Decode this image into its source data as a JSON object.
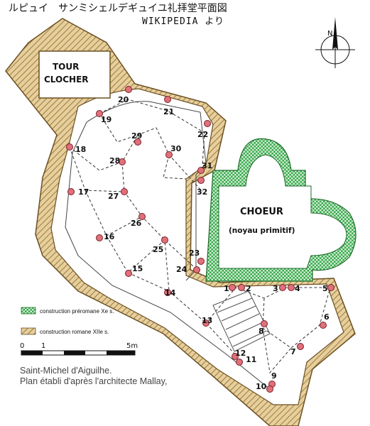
{
  "header": {
    "title_jp": "ルピュイ　サンミシェルデギュイユ礼拝堂平面図",
    "source": "WIKIPEDIA より"
  },
  "labels": {
    "tower_line1": "TOUR",
    "tower_line2": "CLOCHER",
    "choir": "CHOEUR",
    "choir_sub": "(noyau primitif)",
    "north": "N"
  },
  "legend": {
    "preromane": "construction préromane Xe s.",
    "romane": "construction romane XIIe s."
  },
  "scale": {
    "zero": "0",
    "one": "1",
    "five": "5m"
  },
  "caption": {
    "line1": "Saint-Michel d'Aiguilhe.",
    "line2": "Plan établi d'après l'architecte Mallay,"
  },
  "colors": {
    "romane_hatch": "#c9a86a",
    "preromane": "#2e9a3e",
    "pillar": "#e0707a"
  },
  "pillars": [
    {
      "num": "1"
    },
    {
      "num": "2"
    },
    {
      "num": "3"
    },
    {
      "num": "4"
    },
    {
      "num": "5"
    },
    {
      "num": "6"
    },
    {
      "num": "7"
    },
    {
      "num": "8"
    },
    {
      "num": "9"
    },
    {
      "num": "10"
    },
    {
      "num": "11"
    },
    {
      "num": "12"
    },
    {
      "num": "13"
    },
    {
      "num": "14"
    },
    {
      "num": "15"
    },
    {
      "num": "16"
    },
    {
      "num": "17"
    },
    {
      "num": "18"
    },
    {
      "num": "19"
    },
    {
      "num": "20"
    },
    {
      "num": "21"
    },
    {
      "num": "22"
    },
    {
      "num": "23"
    },
    {
      "num": "24"
    },
    {
      "num": "25"
    },
    {
      "num": "26"
    },
    {
      "num": "27"
    },
    {
      "num": "28"
    },
    {
      "num": "29"
    },
    {
      "num": "30"
    },
    {
      "num": "31"
    },
    {
      "num": "32"
    }
  ]
}
